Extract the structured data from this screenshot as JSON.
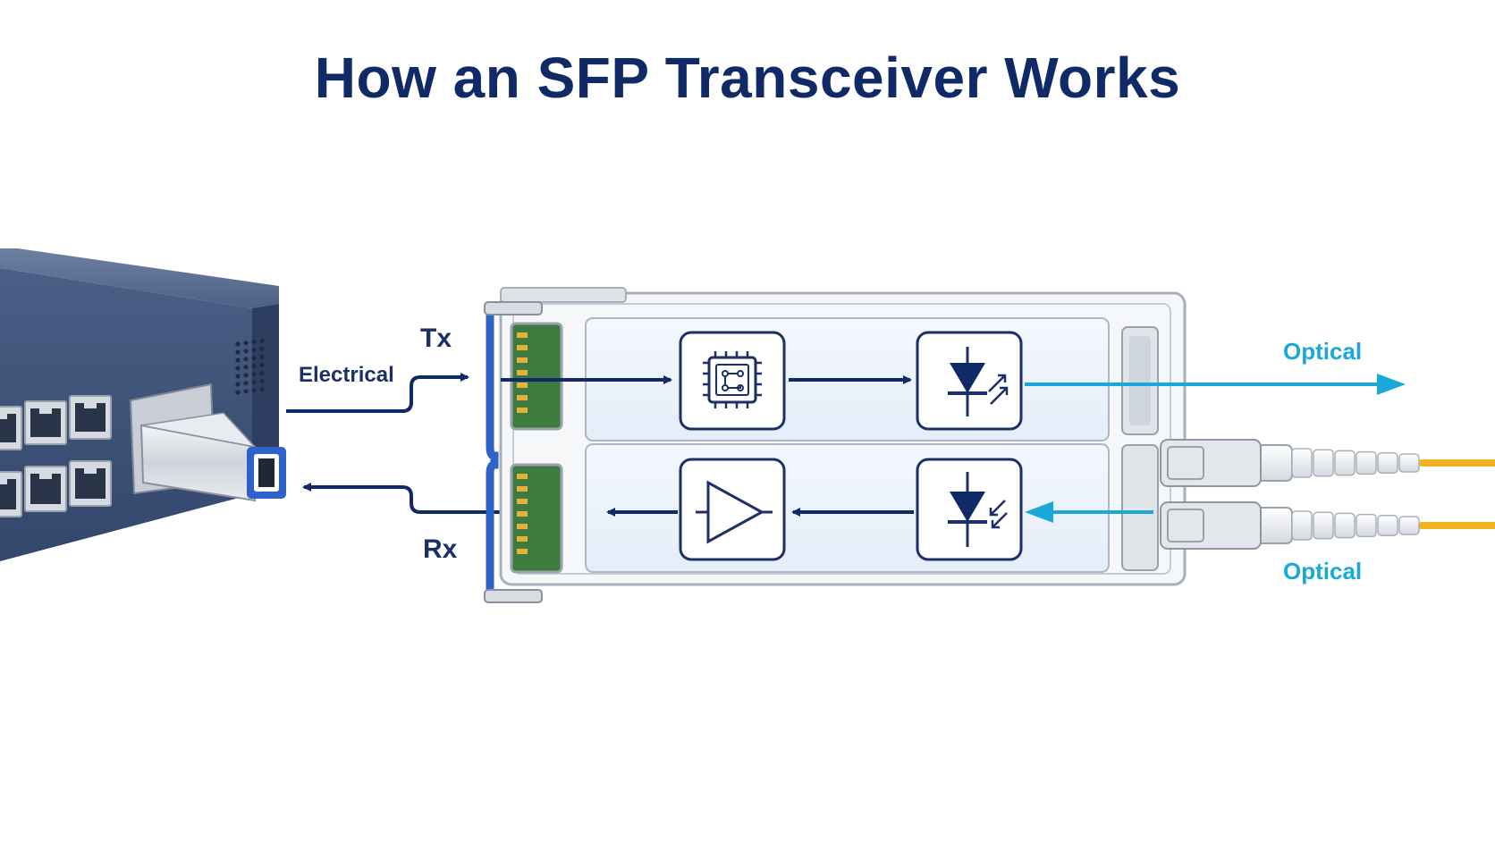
{
  "title": "How an SFP Transceiver Works",
  "labels": {
    "tx": "Tx",
    "rx": "Rx",
    "electrical": "Electrical",
    "optical_tx": "Optical",
    "optical_rx": "Optical"
  },
  "icons": {
    "driver": "microchip-icon",
    "laser": "laser-diode-icon",
    "amplifier": "amplifier-icon",
    "photodiode": "photodiode-icon"
  },
  "colors": {
    "title": "#0f2a66",
    "electrical": "#0f2a66",
    "optical": "#1aa8d9",
    "fiber": "#f0b323",
    "switch_body": "#3f557c",
    "module_bail": "#2f62c8"
  }
}
